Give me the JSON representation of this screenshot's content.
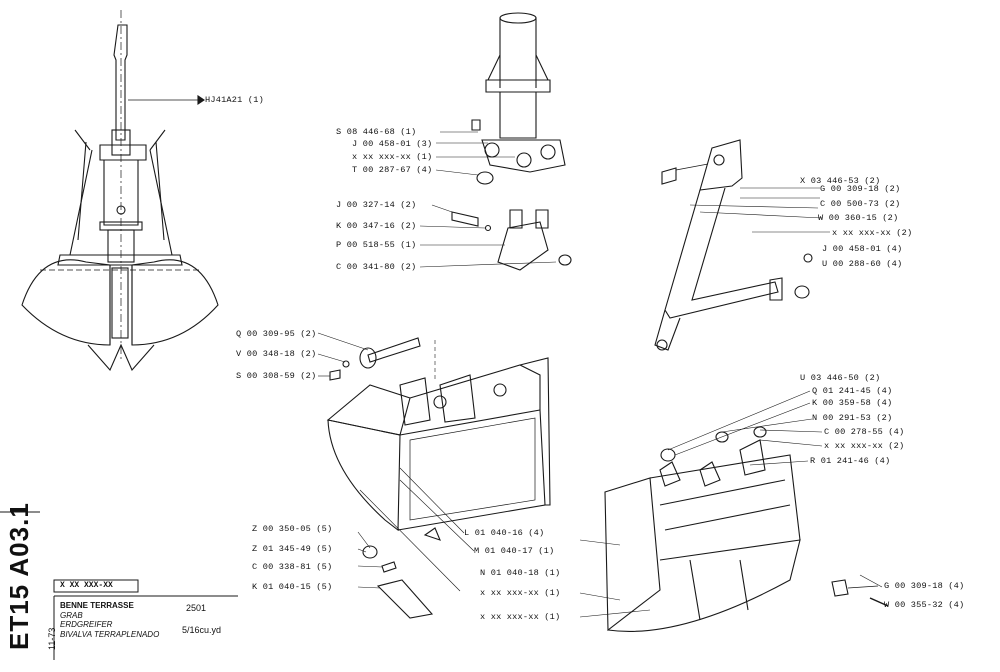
{
  "document": {
    "code": "ET15 A03.1",
    "date": "11-73",
    "serial_box": "X XX XXX-XX"
  },
  "title_block": {
    "names": [
      "BENNE TERRASSE",
      "GRAB",
      "ERDGREIFER",
      "BIVALVA TERRAPLENADO"
    ],
    "model": "2501",
    "capacity": "5/16cu.yd"
  },
  "callouts": {
    "grab_overview": [
      "HJ41A21 (1)"
    ],
    "mast": [
      "S 08 446-68 (1)",
      "J 00 458-01 (3)",
      "x xx xxx-xx (1)",
      "T 00 287-67 (4)"
    ],
    "bracket": [
      "J 00 327-14 (2)",
      "K 00 347-16 (2)",
      "P 00 518-55 (1)",
      "C 00 341-80 (2)"
    ],
    "arm": [
      "X 03 446-53 (2)",
      "G 00 309-18 (2)",
      "C 00 500-73 (2)",
      "W 00 360-15 (2)",
      "x xx xxx-xx (2)",
      "J 00 458-01 (4)",
      "U 00 288-60 (4)"
    ],
    "pins": [
      "Q 00 309-95 (2)",
      "V 00 348-18 (2)",
      "S 00 308-59 (2)"
    ],
    "bucket_parts": [
      "U 03 446-50 (2)",
      "Q 01 241-45 (4)",
      "K 00 359-58 (4)",
      "N 00 291-53 (2)",
      "C 00 278-55 (4)",
      "x xx xxx-xx (2)",
      "R 01 241-46 (4)"
    ],
    "teeth": [
      "Z 00 350-05 (5)",
      "Z 01 345-49 (5)",
      "C 00 338-81 (5)",
      "K 01 040-15 (5)"
    ],
    "shells": [
      "L 01 040-16 (4)",
      "M 01 040-17 (1)",
      "N 01 040-18 (1)",
      "x xx xxx-xx (1)",
      "x xx xxx-xx (1)"
    ],
    "fasteners": [
      "G 00 309-18 (4)",
      "W 00 355-32 (4)"
    ]
  }
}
